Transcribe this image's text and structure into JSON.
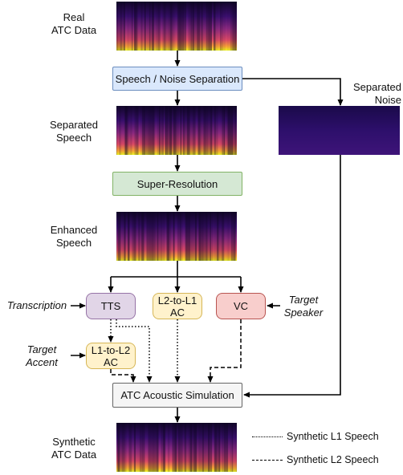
{
  "labels": {
    "real_atc": "Real\nATC Data",
    "separated_speech": "Separated\nSpeech",
    "enhanced_speech": "Enhanced\nSpeech",
    "separated_noise": "Separated\nNoise",
    "synthetic_atc": "Synthetic\nATC Data",
    "transcription": "Transcription",
    "target_accent": "Target\nAccent",
    "target_speaker": "Target\nSpeaker"
  },
  "boxes": {
    "separation": "Speech / Noise Separation",
    "super_resolution": "Super-Resolution",
    "tts": "TTS",
    "l2_to_l1": "L2-to-L1\nAC",
    "vc": "VC",
    "l1_to_l2": "L1-to-L2\nAC",
    "simulation": "ATC Acoustic Simulation"
  },
  "colors": {
    "separation_fill": "#dae8fc",
    "separation_border": "#6c8ebf",
    "super_resolution_fill": "#d5e8d4",
    "super_resolution_border": "#82b366",
    "tts_fill": "#e1d5e7",
    "tts_border": "#9673a6",
    "ac_fill": "#fff2cc",
    "ac_border": "#d6b656",
    "vc_fill": "#f8cecc",
    "vc_border": "#b85450",
    "simulation_fill": "#f5f5f5",
    "simulation_border": "#666666"
  },
  "legend": {
    "l1": "Synthetic L1 Speech",
    "l2": "Synthetic L2 Speech"
  }
}
